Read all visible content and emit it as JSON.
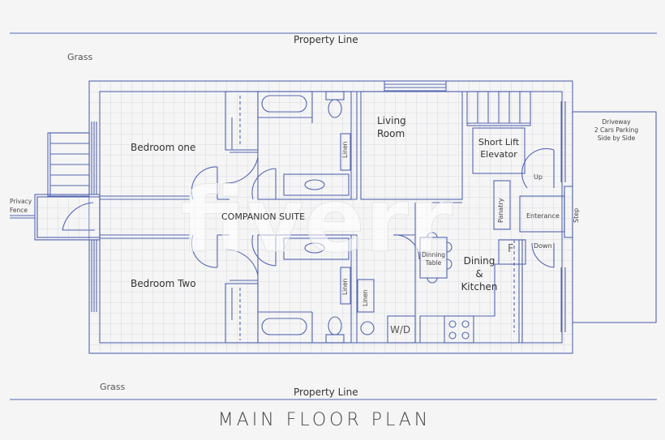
{
  "title": "MAIN FLOOR PLAN",
  "property_line_top": "Property Line",
  "property_line_bottom": "Property Line",
  "grass_top": "Grass",
  "grass_bottom": "Grass",
  "privacy_fence": [
    "Privacy",
    "Fence"
  ],
  "driveway": [
    "Driveway",
    "2 Cars Parking",
    "Side by Side"
  ],
  "rooms": {
    "bedroom_one": "Bedroom one",
    "bedroom_two": "Bedroom Two",
    "companion_suite": "COMPANION SUITE",
    "living_room": [
      "Living",
      "Room"
    ],
    "elevator": [
      "Short Lift",
      "Elevator"
    ],
    "dining_kitchen": [
      "Dining",
      "&",
      "Kitchen"
    ],
    "dining_table": [
      "Dinning",
      "Table"
    ],
    "entrance": "Enterance",
    "pantry": "Panatry",
    "step": "Step",
    "up": "Up",
    "down": "Down",
    "wd": "W/D",
    "fridge": "F",
    "linen": "Linen"
  },
  "colors": {
    "line": "#5566b0",
    "grid": "#d8dae3",
    "background": "#f5f5f5"
  }
}
